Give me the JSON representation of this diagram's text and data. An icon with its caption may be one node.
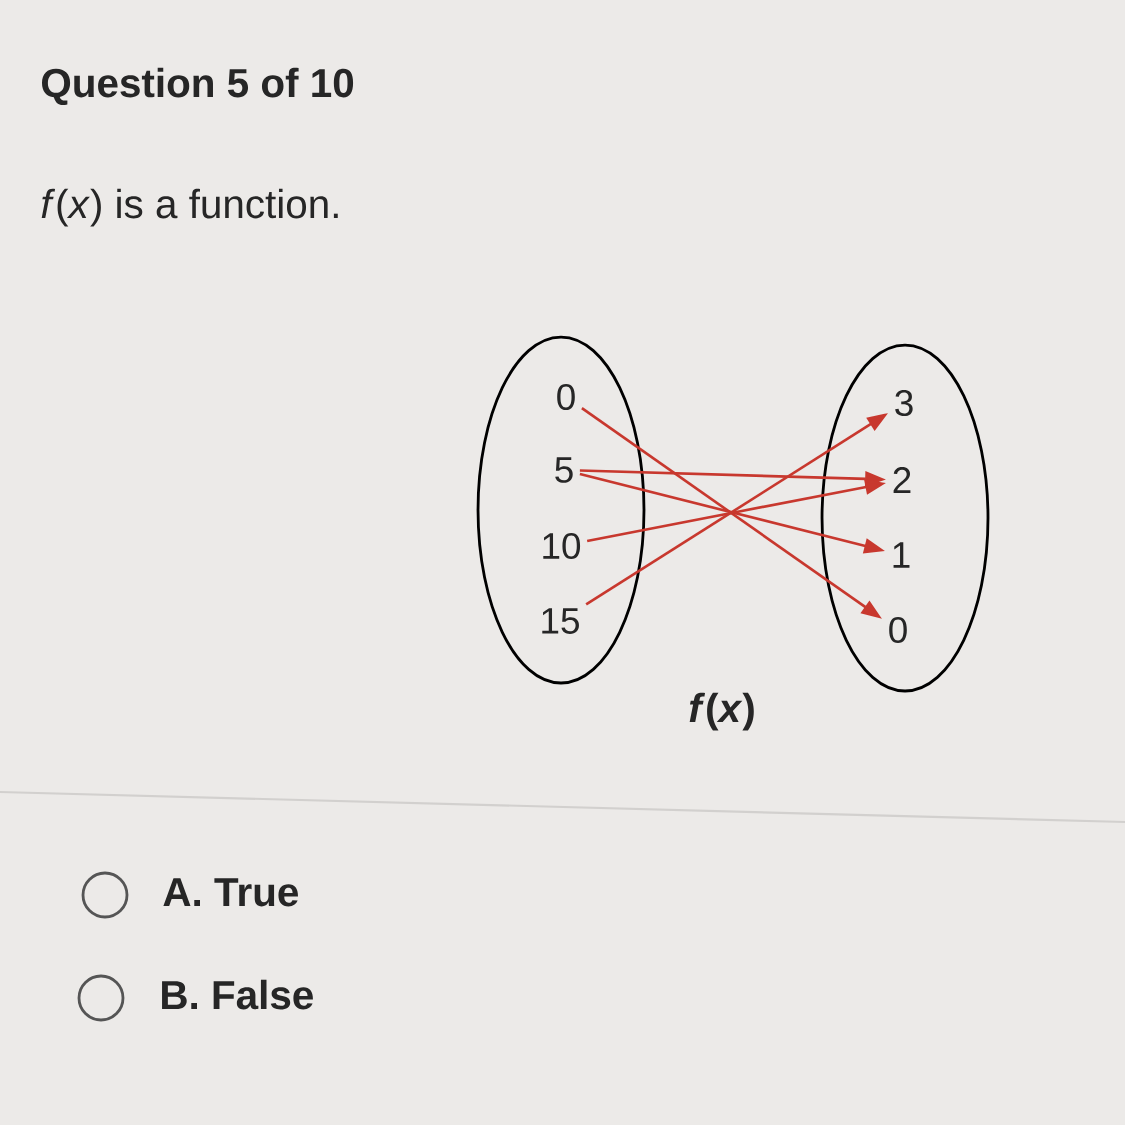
{
  "diagram": {
    "title": "Question 5 of 10",
    "nodes": [
      {
        "text": [],
        "shape": "ellipse"
      },
      {
        "text": [
          "0"
        ],
        "in": 0
      },
      {
        "text": [
          "5"
        ],
        "in": 0
      },
      {
        "text": [
          "10"
        ],
        "in": 0
      },
      {
        "text": [
          "15"
        ],
        "in": 0
      },
      {
        "text": [],
        "shape": "ellipse"
      },
      {
        "text": [
          "3"
        ],
        "in": 5
      },
      {
        "text": [
          "2"
        ],
        "in": 5
      },
      {
        "text": [
          "1"
        ],
        "in": 5
      },
      {
        "text": [
          "0"
        ],
        "in": 5
      }
    ],
    "edges": [
      {
        "from": 1,
        "to": 9,
        "arrow": "to"
      },
      {
        "from": 2,
        "to": 7,
        "arrow": "to"
      },
      {
        "from": 2,
        "to": 8,
        "arrow": "to"
      },
      {
        "from": 3,
        "to": 7,
        "arrow": "to"
      },
      {
        "from": 4,
        "to": 6,
        "arrow": "to"
      }
    ],
    "labels": [
      "*f*(*x*) is a function.",
      "*f*(*x*)",
      "A. True",
      "B. False"
    ]
  }
}
